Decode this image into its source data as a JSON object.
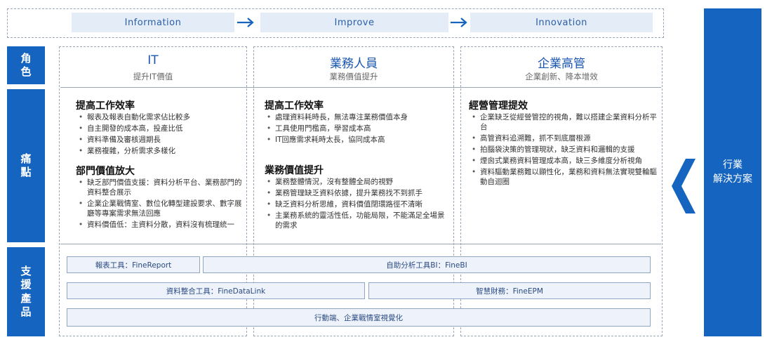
{
  "stages": [
    "Information",
    "Improve",
    "Innovation"
  ],
  "row_labels": {
    "role": "角色",
    "pain": "痛點",
    "products": "支援產品"
  },
  "columns": [
    {
      "title": "IT",
      "subtitle": "提升IT價值",
      "sections": [
        {
          "heading": "提高工作效率",
          "points": [
            "報表及報表自動化需求佔比較多",
            "自主開發的成本高，投產比低",
            "資料準備及審核週期長",
            "業務複雜，分析需求多樣化"
          ]
        },
        {
          "heading": "部門價值放大",
          "points": [
            "缺乏部門價值支援：資料分析平台、業務部門的資料整合展示",
            "企業企業戰情室、數位化轉型建設要求、數字展廳等專案需求無法回應",
            "資料價值低：主資料分散，資料沒有梳理統一"
          ]
        }
      ]
    },
    {
      "title": "業務人員",
      "subtitle": "業務價值提升",
      "sections": [
        {
          "heading": "提高工作效率",
          "points": [
            "處理資料耗時長，無法專注業務價值本身",
            "工具使用門檻高，學習成本高",
            "IT回應需求耗時太長，協同成本高"
          ]
        },
        {
          "heading": "業務價值提升",
          "points": [
            "業務整體情況，沒有整體全局的視野",
            "業務管理缺乏資料依據，提升業務找不到抓手",
            "缺乏資料分析思維，資料價值閉環路徑不清晰",
            "主業務系統的靈活性低，功能局限，不能滿足全場景的需求"
          ]
        }
      ]
    },
    {
      "title": "企業高管",
      "subtitle": "企業創新、降本增效",
      "sections": [
        {
          "heading": "經營管理提效",
          "points": [
            "企業缺乏從經營管控的視角，難以搭建企業資料分析平台",
            "高管資料追溯難，抓不到底層根源",
            "拍腦袋決策的管理現狀，缺乏資料和邏輯的支援",
            "煙囪式業務資料管理成本高，缺三多維度分析視角",
            "資料驅動業務難以顯性化，業務和資料無法實現雙輪驅動自迴圈"
          ]
        }
      ]
    }
  ],
  "products": [
    "報表工具：FineReport",
    "自助分析工具BI：FineBI",
    "資料整合工具：FineDataLink",
    "智慧財務：FineEPM",
    "行動端、企業戰情室視覺化"
  ],
  "industry_panel": {
    "line1": "行業",
    "line2": "解決方案"
  },
  "colors": {
    "accent": "#1565c0",
    "title_blue": "#1a56b0",
    "stage_bg": "#e4ecf8",
    "product_bg": "#eef3fb"
  }
}
